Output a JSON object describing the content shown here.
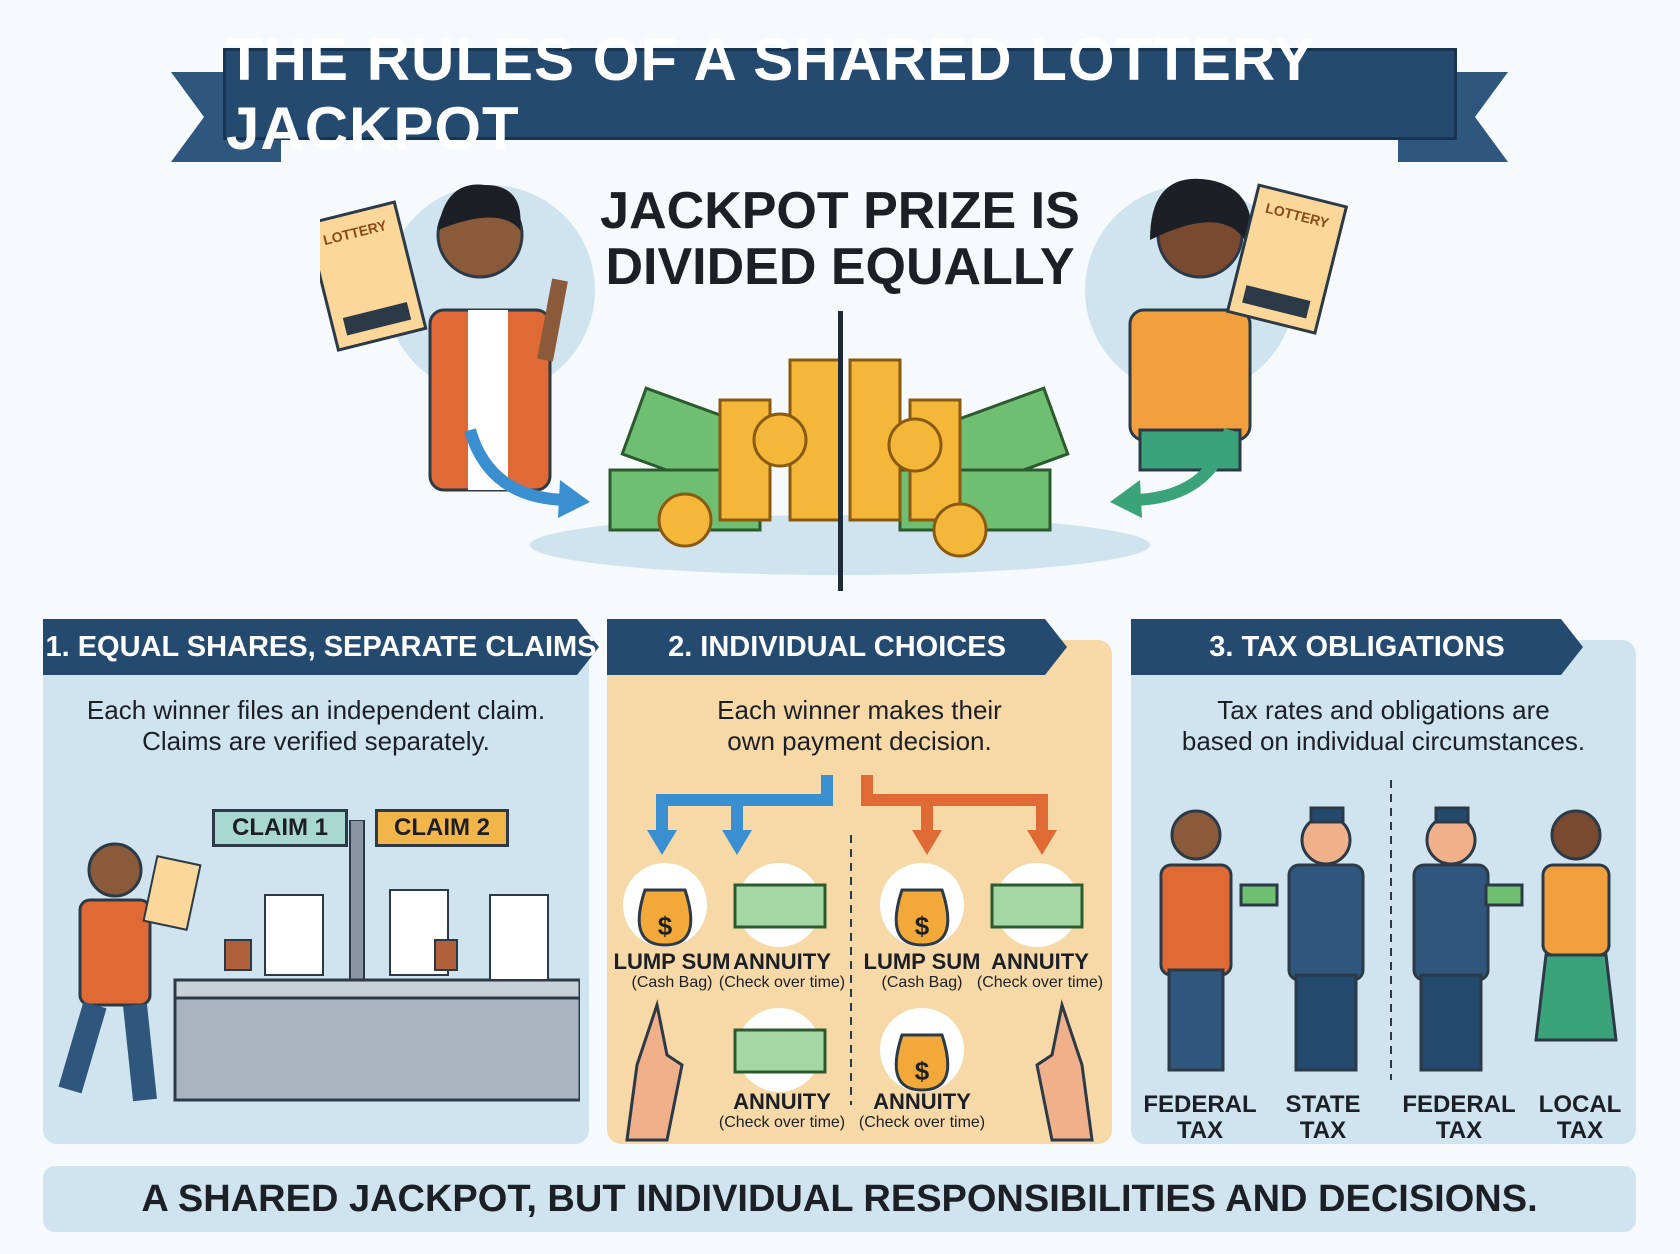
{
  "title": "THE RULES OF A SHARED LOTTERY JACKPOT",
  "subtitle": [
    "JACKPOT PRIZE IS",
    "DIVIDED EQUALLY"
  ],
  "ticket_text": "LOTTERY",
  "colors": {
    "navy": "#254a70",
    "panel_blue": "#cfe4ef",
    "panel_orange": "#f7d9a8",
    "arrow_blue": "#3a8fd0",
    "arrow_orange": "#e06a35",
    "arrow_green": "#3aa37a"
  },
  "sections": [
    {
      "title": "1. EQUAL SHARES, SEPARATE CLAIMS",
      "description": [
        "Each winner files an independent claim.",
        "Claims are verified separately."
      ],
      "claims": [
        "CLAIM 1",
        "CLAIM 2"
      ]
    },
    {
      "title": "2. INDIVIDUAL CHOICES",
      "description": [
        "Each winner makes their",
        "own payment decision."
      ],
      "options": [
        {
          "label": "LUMP SUM",
          "sub": "(Cash Bag)",
          "icon": "money-bag"
        },
        {
          "label": "ANNUITY",
          "sub": "(Check over time)",
          "icon": "check"
        },
        {
          "label": "LUMP SUM",
          "sub": "(Cash Bag)",
          "icon": "money-bag"
        },
        {
          "label": "ANNUITY",
          "sub": "(Check over time)",
          "icon": "check"
        },
        {
          "label": "ANNUITY",
          "sub": "(Check over time)",
          "icon": "check"
        },
        {
          "label": "ANNUITY",
          "sub": "(Check over time)",
          "icon": "money-bag"
        }
      ]
    },
    {
      "title": "3. TAX OBLIGATIONS",
      "description": [
        "Tax rates and obligations are",
        "based on individual circumstances."
      ],
      "taxes": [
        [
          "FEDERAL",
          "TAX"
        ],
        [
          "STATE",
          "TAX"
        ],
        [
          "FEDERAL",
          "TAX"
        ],
        [
          "LOCAL",
          "TAX"
        ]
      ]
    }
  ],
  "footer": "A SHARED JACKPOT, BUT INDIVIDUAL RESPONSIBILITIES AND DECISIONS."
}
